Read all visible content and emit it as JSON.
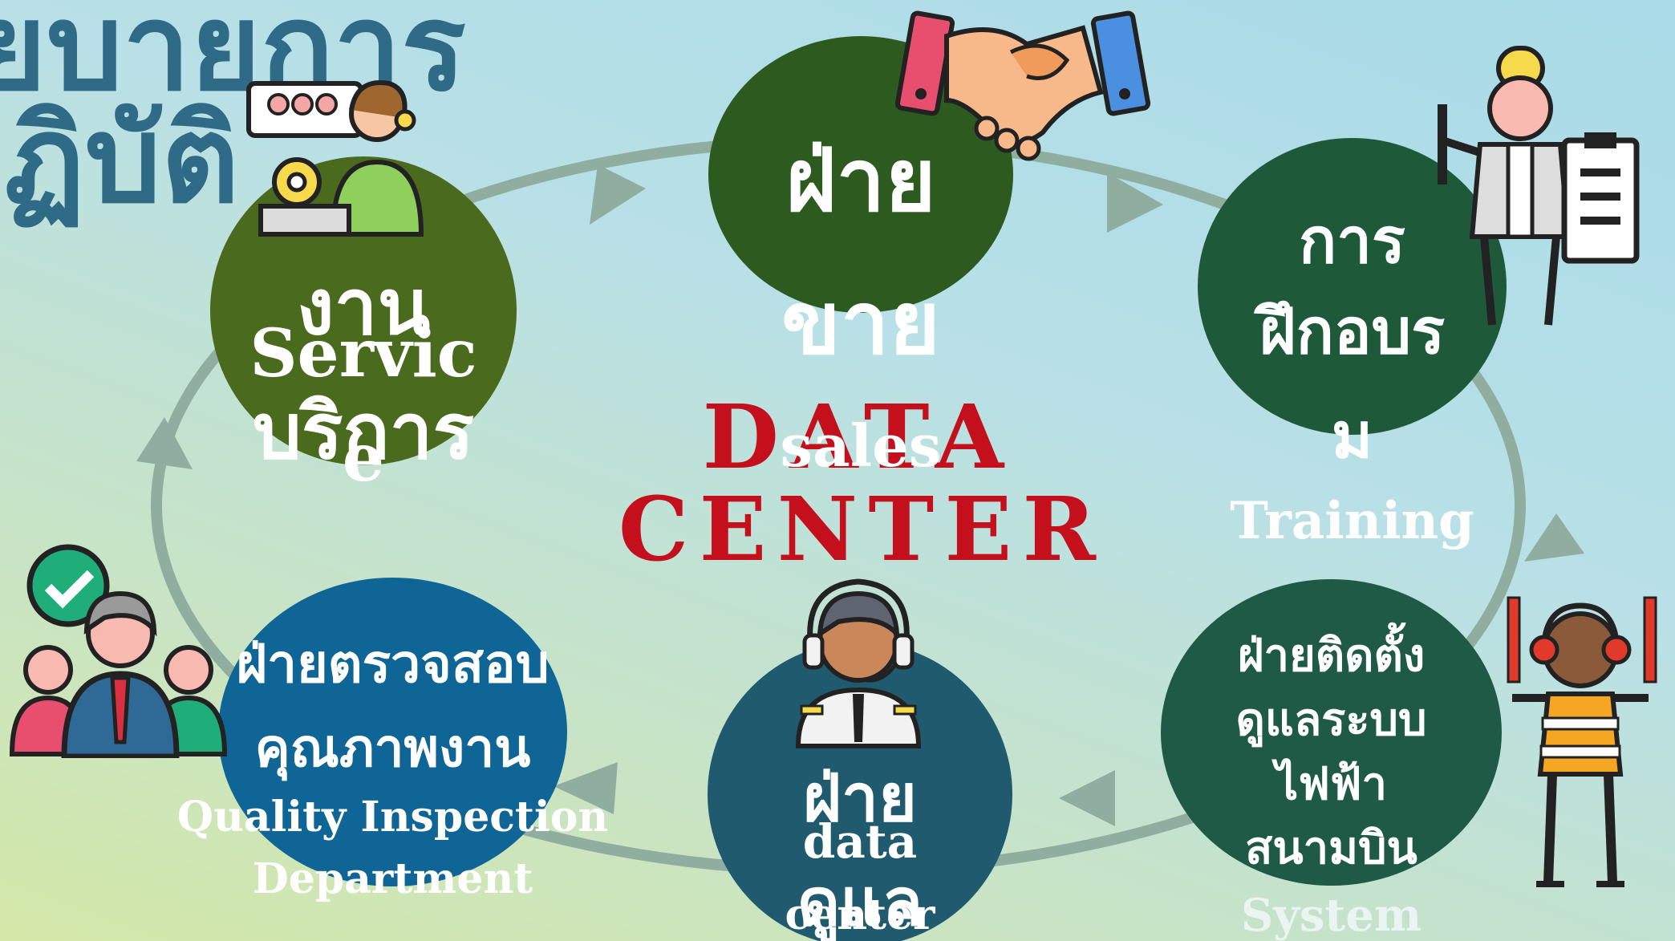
{
  "background_title": {
    "line1": "ยบายการ",
    "line2": "ฏิบัติ"
  },
  "center": {
    "line1": "DATA",
    "line2": "CENTER",
    "color": "#c4101c"
  },
  "nodes": {
    "sales": {
      "th": "ฝ่ายขาย",
      "th_line1": "ฝ่าย",
      "th_line2": "ขาย",
      "en": "sales",
      "color": "#2d5a1f"
    },
    "training": {
      "th_line1": "การ",
      "th_line2": "ฝึกอบร",
      "th_line3": "ม",
      "en": "Training",
      "color": "#1e5a3a"
    },
    "install": {
      "th_line1": "ฝ่ายติดตั้ง",
      "th_line2": "ดูแลระบบ",
      "th_line3": "ไฟฟ้า",
      "th_line4": "สนามบิน",
      "en": "System",
      "color": "#1e5a45"
    },
    "datacare": {
      "th_line1": "ฝ่าย",
      "th_line2": "ดูแล",
      "en_line1": "data",
      "en_line2": "center",
      "color": "#1f5a6e"
    },
    "quality": {
      "th_line1": "ฝ่ายตรวจสอบ",
      "th_line2": "คุณภาพงาน",
      "en_line1": "Quality Inspection",
      "en_line2": "Department",
      "color": "#0f6595"
    },
    "service": {
      "th_line1": "งาน",
      "th_line2": "บริการ",
      "en_line1": "Servic",
      "en_line2": "e",
      "color": "#4a6a1e"
    }
  },
  "icons": [
    "handshake-icon",
    "customer-support-icon",
    "trainer-icon",
    "team-approval-icon",
    "pilot-icon",
    "marshaller-icon"
  ],
  "ring_color": "#8fae9f"
}
